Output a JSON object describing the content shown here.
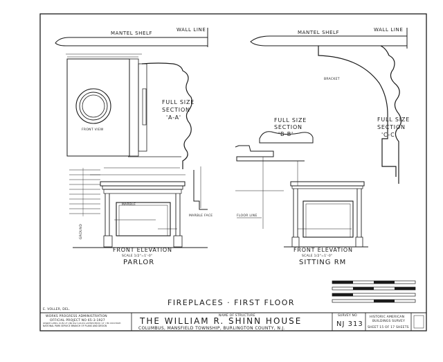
{
  "drawing": {
    "left_views": {
      "mantel_shelf": "MANTEL SHELF",
      "wall_line": "WALL LINE",
      "section_a_title": "FULL SIZE",
      "section_a_name": "SECTION",
      "section_a_mark": "'A-A'",
      "front_view": "FRONT VIEW",
      "marble_label": "MARBLE",
      "marble_face": "MARBLE FACE",
      "ground": "GROUND",
      "elevation_title": "FRONT ELEVATION",
      "elevation_scale": "SCALE 1/2\"=1'-0\"",
      "room_name": "PARLOR"
    },
    "right_views": {
      "mantel_shelf": "MANTEL SHELF",
      "wall_line": "WALL LINE",
      "bracket": "BRACKET",
      "section_b_title": "FULL SIZE",
      "section_b_name": "SECTION",
      "section_b_mark": "'B-B'",
      "section_c_title": "FULL SIZE",
      "section_c_name": "SECTION",
      "section_c_mark": "'C-C'",
      "floor_line": "FLOOR LINE",
      "elevation_title": "FRONT ELEVATION",
      "elevation_scale": "SCALE 1/2\"=1'-0\"",
      "room_name": "SITTING RM"
    },
    "sheet_title": "FIREPLACES · FIRST FLOOR"
  },
  "title_block": {
    "delineator": "E. VOLLER, DEL.",
    "agency": "WORKS PROGRESS ADMINISTRATION",
    "project": "OFFICIAL PROJECT NO 65-3-1927",
    "agency_note": "UNDER DIRECTION OF UNITED STATES DEPARTMENT OF THE INTERIOR NATIONAL PARK SERVICE BRANCH OF PLANS AND DESIGN",
    "name_caption": "NAME OF STRUCTURE",
    "structure_name": "THE WILLIAM R. SHINN HOUSE",
    "location": "COLUMBUS, MANSFIELD TOWNSHIP, BURLINGTON COUNTY, N.J.",
    "survey_caption": "SURVEY NO",
    "survey_no": "NJ 313",
    "survey_org_1": "HISTORIC AMERICAN",
    "survey_org_2": "BUILDINGS SURVEY",
    "sheet_label": "SHEET 15 OF 17 SHEETS"
  }
}
